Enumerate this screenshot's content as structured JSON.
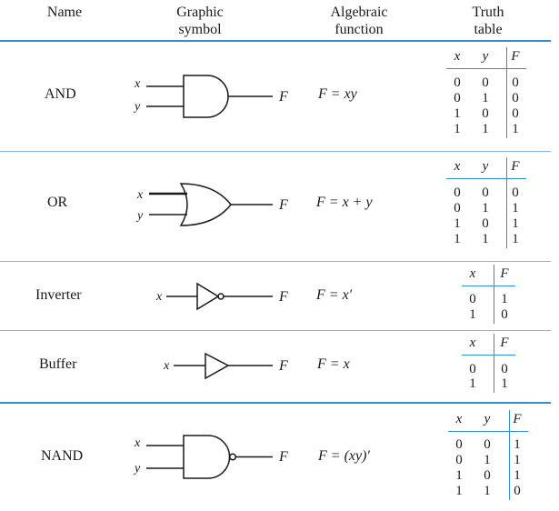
{
  "headers": {
    "name": "Name",
    "graphic": [
      "Graphic",
      "symbol"
    ],
    "algebraic": [
      "Algebraic",
      "function"
    ],
    "truth": [
      "Truth",
      "table"
    ]
  },
  "gates": [
    {
      "name": "AND",
      "inputs": [
        "x",
        "y"
      ],
      "output": "F",
      "function": "F = xy",
      "table": {
        "cols": [
          "x",
          "y",
          "F"
        ],
        "rows": [
          [
            "0",
            "0",
            "0"
          ],
          [
            "0",
            "1",
            "0"
          ],
          [
            "1",
            "0",
            "0"
          ],
          [
            "1",
            "1",
            "1"
          ]
        ]
      }
    },
    {
      "name": "OR",
      "inputs": [
        "x",
        "y"
      ],
      "output": "F",
      "function": "F = x + y",
      "table": {
        "cols": [
          "x",
          "y",
          "F"
        ],
        "rows": [
          [
            "0",
            "0",
            "0"
          ],
          [
            "0",
            "1",
            "1"
          ],
          [
            "1",
            "0",
            "1"
          ],
          [
            "1",
            "1",
            "1"
          ]
        ]
      }
    },
    {
      "name": "Inverter",
      "inputs": [
        "x"
      ],
      "output": "F",
      "function": "F = x′",
      "table": {
        "cols": [
          "x",
          "F"
        ],
        "rows": [
          [
            "0",
            "1"
          ],
          [
            "1",
            "0"
          ]
        ]
      }
    },
    {
      "name": "Buffer",
      "inputs": [
        "x"
      ],
      "output": "F",
      "function": "F = x",
      "table": {
        "cols": [
          "x",
          "F"
        ],
        "rows": [
          [
            "0",
            "0"
          ],
          [
            "1",
            "1"
          ]
        ]
      }
    },
    {
      "name": "NAND",
      "inputs": [
        "x",
        "y"
      ],
      "output": "F",
      "function": "F = (xy)′",
      "table": {
        "cols": [
          "x",
          "y",
          "F"
        ],
        "rows": [
          [
            "0",
            "0",
            "1"
          ],
          [
            "0",
            "1",
            "1"
          ],
          [
            "1",
            "0",
            "1"
          ],
          [
            "1",
            "1",
            "0"
          ]
        ]
      }
    }
  ]
}
